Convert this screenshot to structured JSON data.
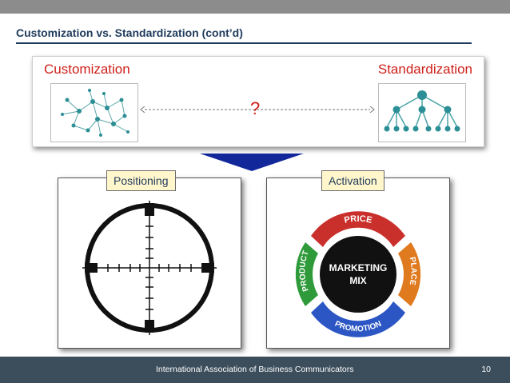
{
  "slide": {
    "title": "Customization vs. Standardization (cont’d)",
    "page_number": "10",
    "footer_text": "International Association of Business Communicators"
  },
  "compare": {
    "left_label": "Customization",
    "right_label": "Standardization",
    "connector_text": "?"
  },
  "cards": {
    "positioning_label": "Positioning",
    "activation_label": "Activation",
    "crosshair_icon": "crosshair-icon",
    "marketing_mix": {
      "center_line1": "MARKETING",
      "center_line2": "MIX",
      "segments": [
        "PRICE",
        "PLACE",
        "PROMOTION",
        "PRODUCT"
      ]
    }
  },
  "colors": {
    "accent_red": "#d0201a",
    "title_navy": "#1f3b5c",
    "footer_bg": "#3c4e5c",
    "tag_bg": "#fff6cc",
    "price": "#c9302c",
    "place": "#e07a1f",
    "promotion": "#2b56c4",
    "product": "#2e9a3a"
  }
}
